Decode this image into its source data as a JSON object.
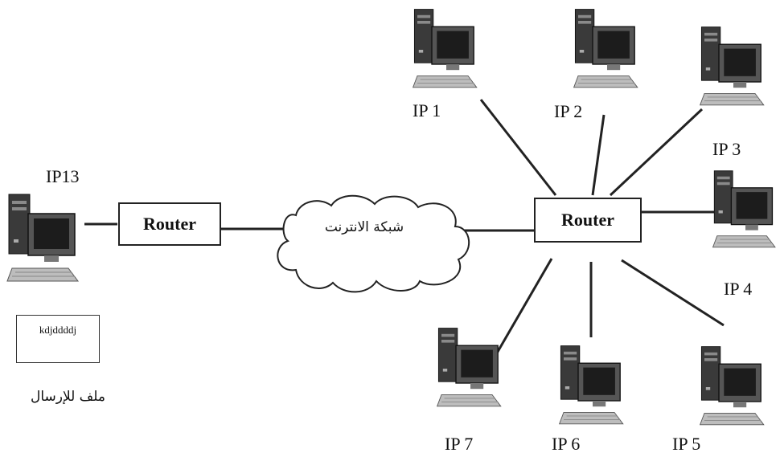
{
  "network": {
    "cloud_label": "شبكة الانترنت",
    "router_left": "Router",
    "router_right": "Router",
    "sender_ip": "IP13",
    "file_content": "kdjddddj",
    "file_caption": "ملف للإرسال",
    "computers": [
      {
        "ip": "IP 1"
      },
      {
        "ip": "IP 2"
      },
      {
        "ip": "IP 3"
      },
      {
        "ip": "IP 4"
      },
      {
        "ip": "IP 5"
      },
      {
        "ip": "IP 6"
      },
      {
        "ip": "IP 7"
      }
    ]
  }
}
